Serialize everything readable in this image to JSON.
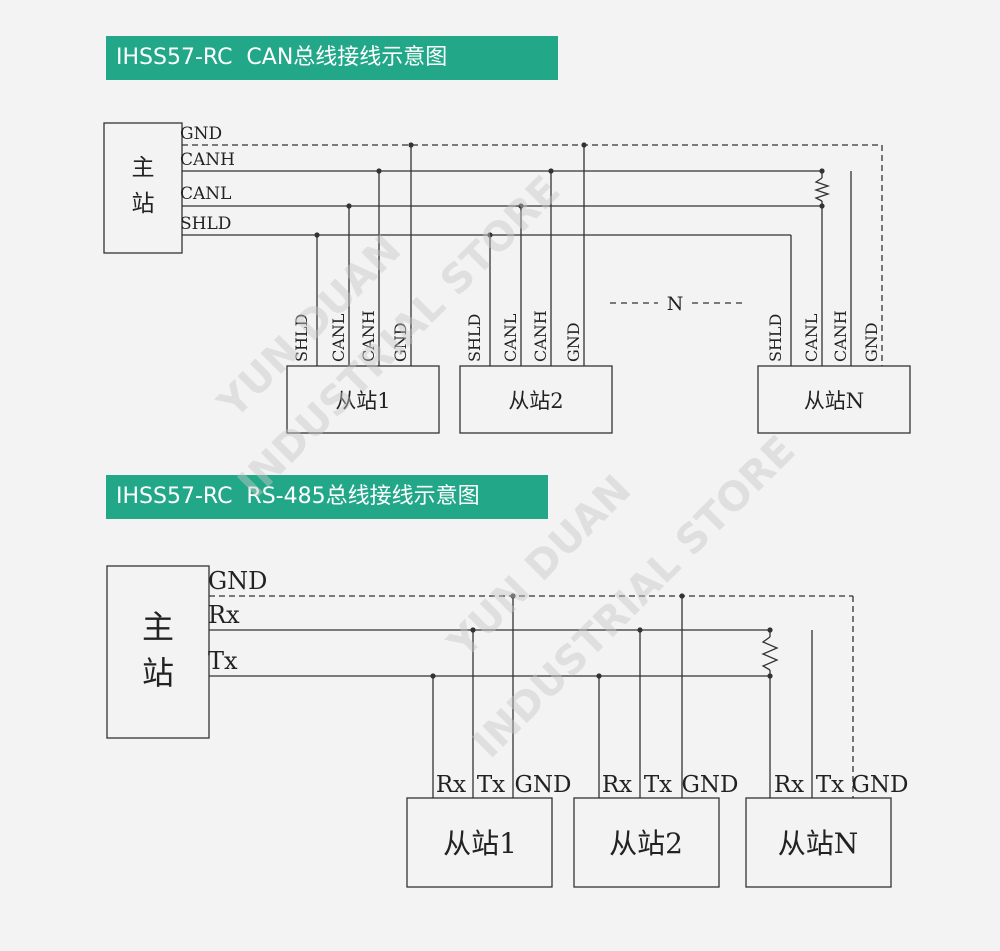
{
  "can_section": {
    "title": "IHSS57-RC  CAN总线接线示意图",
    "master_label": "主站",
    "bus_labels": [
      "GND",
      "CANH",
      "CANL",
      "SHLD"
    ],
    "slave_pin_labels": [
      "SHLD",
      "CANL",
      "CANH",
      "GND"
    ],
    "slaves": [
      "从站1",
      "从站2",
      "从站N"
    ],
    "ellipsis_label": "N"
  },
  "rs485_section": {
    "title": "IHSS57-RC  RS-485总线接线示意图",
    "master_label": "主站",
    "bus_labels": [
      "GND",
      "Rx",
      "Tx"
    ],
    "slave_pin_labels": [
      "Rx",
      "Tx",
      "GND"
    ],
    "slaves": [
      "从站1",
      "从站2",
      "从站N"
    ]
  },
  "watermark": [
    "YUN DUAN",
    "INDUSTRIAL STORE"
  ],
  "colors": {
    "banner": "#22a889",
    "line": "#333333",
    "background": "#f3f3f3"
  }
}
